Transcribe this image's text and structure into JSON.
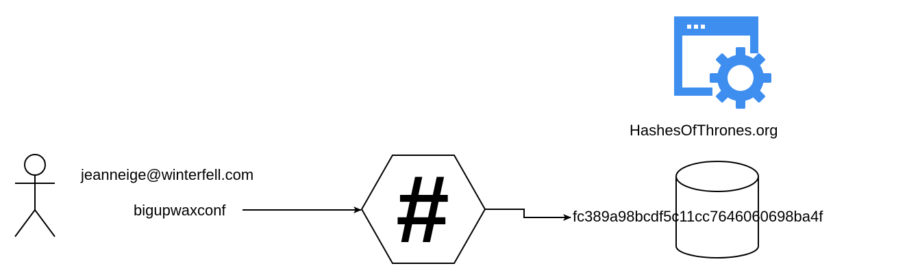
{
  "user": {
    "email": "jeanneige@winterfell.com",
    "password": "bigupwaxconf"
  },
  "hash_function": {
    "symbol": "#"
  },
  "website": {
    "name": "HashesOfThrones.org",
    "icon": "app-settings-icon",
    "icon_color": "#3e8ef0"
  },
  "output": {
    "hash": "fc389a98bcdf5c11cc7646060698ba4f"
  },
  "database": {
    "icon": "database-cylinder-icon"
  }
}
